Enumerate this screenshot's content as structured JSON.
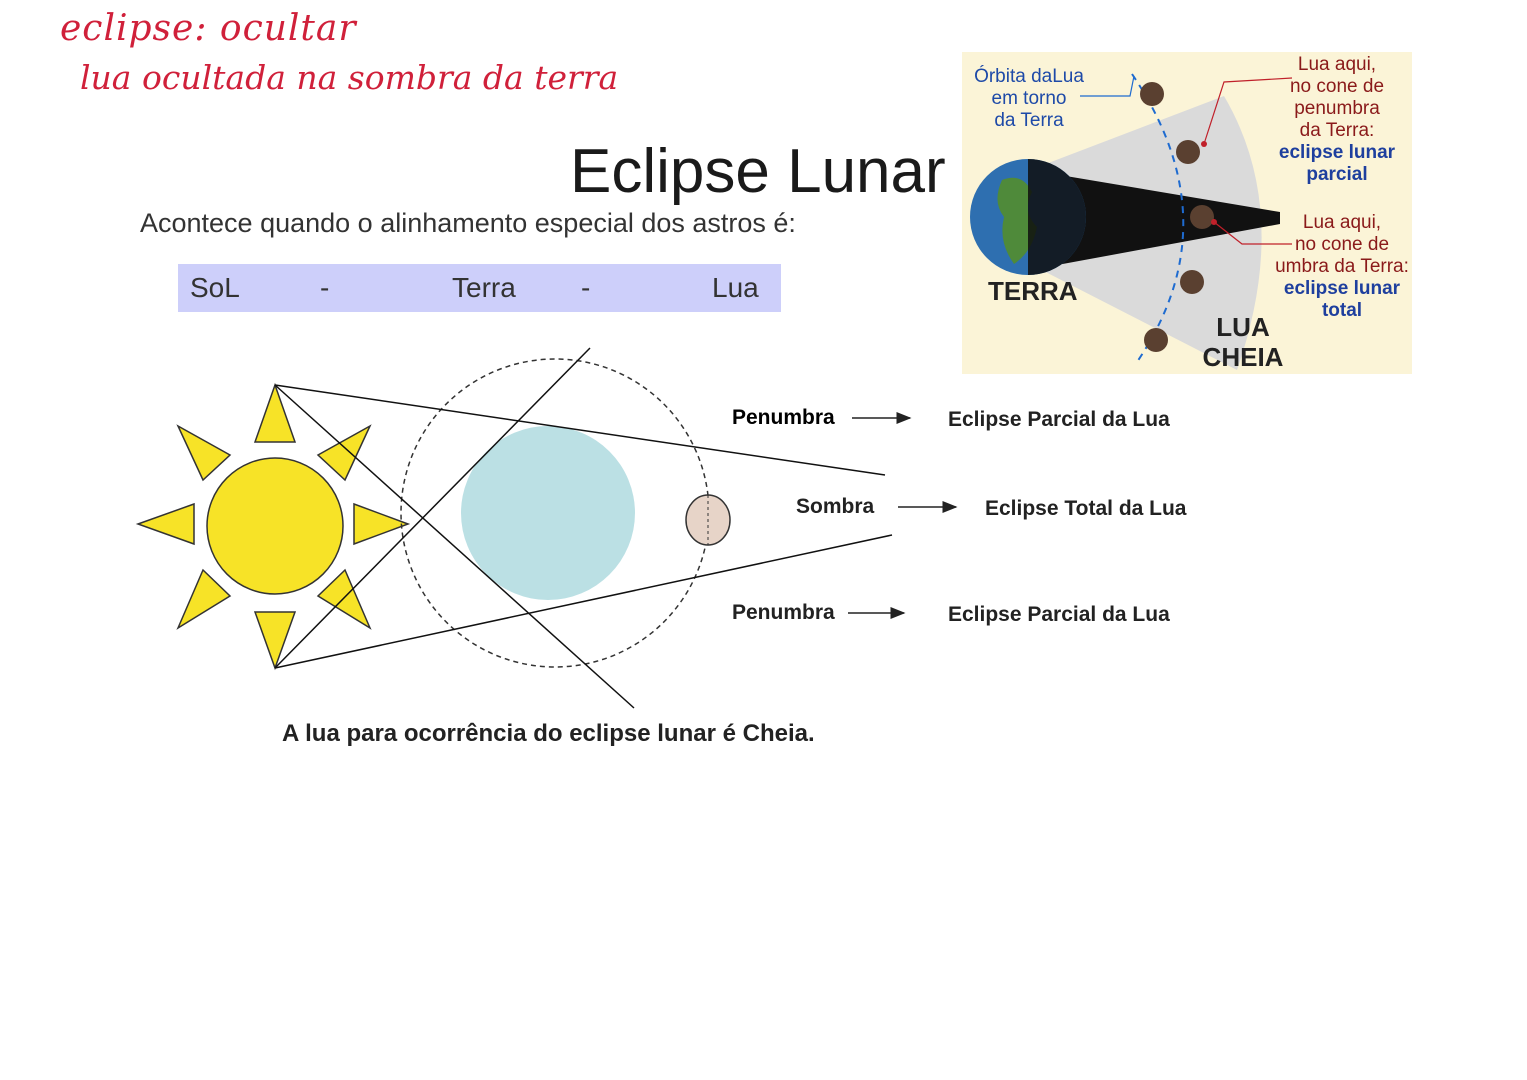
{
  "handwritten": {
    "line1": "eclipse: ocultar",
    "line2": "lua ocultada na sombra da terra"
  },
  "title": "Eclipse Lunar",
  "subtitle": "Acontece quando o alinhamento especial dos astros é:",
  "alignment": {
    "item1": "SoL",
    "sep1": "-",
    "item2": "Terra",
    "sep2": "-",
    "item3": "Lua",
    "background": "#cdcffa"
  },
  "diagram": {
    "penumbra_top": "Penumbra",
    "penumbra_top_result": "Eclipse Parcial da Lua",
    "sombra": "Sombra",
    "sombra_result": "Eclipse Total da Lua",
    "penumbra_bottom": "Penumbra",
    "penumbra_bottom_result": "Eclipse Parcial da Lua",
    "colors": {
      "sun": "#f7e327",
      "earth": "#bbe0e4",
      "moon": "#e7d4c8"
    }
  },
  "footer": "A lua para ocorrência do eclipse lunar é Cheia.",
  "inset": {
    "orbit_label": [
      "Órbita daLua",
      "em torno",
      "da Terra"
    ],
    "partial_note": [
      "Lua aqui,",
      "no cone de",
      "penumbra",
      "da Terra:"
    ],
    "partial_bold": [
      "eclipse lunar",
      "parcial"
    ],
    "total_note": [
      "Lua aqui,",
      "no cone de",
      "umbra da Terra:"
    ],
    "total_bold": [
      "eclipse lunar",
      "total"
    ],
    "terra_label": "TERRA",
    "lua_label": [
      "LUA",
      "CHEIA"
    ]
  }
}
